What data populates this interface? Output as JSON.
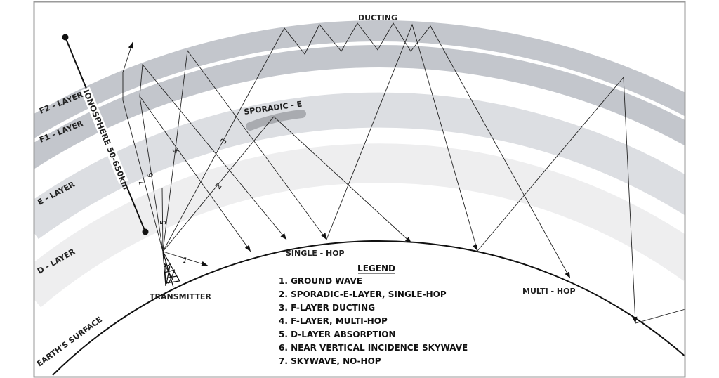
{
  "layers": {
    "f2": "F2 - LAYER",
    "f1": "F1 - LAYER",
    "e": "E - LAYER",
    "d": "D - LAYER",
    "earth": "EARTH'S SURFACE"
  },
  "ionosphere_label": "IONOSPHERE 50-650km",
  "annotations": {
    "ducting": "DUCTING",
    "sporadic_e": "SPORADIC - E",
    "single_hop": "SINGLE - HOP",
    "multi_hop": "MULTI - HOP",
    "transmitter": "TRANSMITTER"
  },
  "ray_numbers": [
    "1",
    "2",
    "3",
    "4",
    "5",
    "6",
    "7"
  ],
  "legend": {
    "title": "LEGEND",
    "items": [
      "1. GROUND WAVE",
      "2. SPORADIC-E-LAYER, SINGLE-HOP",
      "3. F-LAYER DUCTING",
      "4. F-LAYER, MULTI-HOP",
      "5. D-LAYER ABSORPTION",
      "6. NEAR VERTICAL INCIDENCE SKYWAVE",
      "7. SKYWAVE, NO-HOP"
    ]
  },
  "colors": {
    "f_layer": "#c3c6cc",
    "e_layer": "#dcdee2",
    "d_layer": "#eeeeef",
    "sporadic_e": "#a9abb0"
  }
}
